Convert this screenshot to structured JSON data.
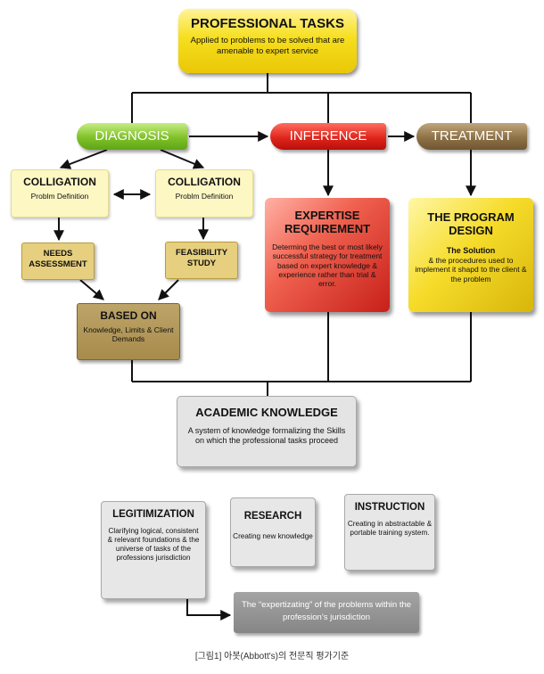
{
  "top": {
    "title": "PROFESSIONAL TASKS",
    "desc": "Applied to problems to be solved that are amenable to expert service",
    "color": "#f6df1e"
  },
  "stages": {
    "diagnosis": "DIAGNOSIS",
    "inference": "INFERENCE",
    "treatment": "TREATMENT",
    "colors": {
      "diagnosis": "#7fc128",
      "inference": "#e0261c",
      "treatment": "#8e7146"
    }
  },
  "colligation": [
    {
      "title": "COLLIGATION",
      "desc": "Problm Definition"
    },
    {
      "title": "COLLIGATION",
      "desc": "Problm Definition"
    }
  ],
  "needs": "NEEDS ASSESSMENT",
  "feasibility": "FEASIBILITY STUDY",
  "based_on": {
    "title": "BASED ON",
    "desc": "Knowledge, Limits & Client Demands"
  },
  "expertise": {
    "title": "EXPERTISE REQUIREMENT",
    "desc": "Determing the best or most likely successful strategy for treatment based on expert knowledge & experience rather than trial & error."
  },
  "program": {
    "title": "THE PROGRAM DESIGN",
    "sub": "The Solution",
    "desc": "& the procedures used to implement it shapd to the client & the problem"
  },
  "academic": {
    "title": "ACADEMIC KNOWLEDGE",
    "desc": "A system of knowledge formalizing the Skills on which the professional tasks proceed"
  },
  "legitimization": {
    "title": "LEGITIMIZATION",
    "desc": "Clarifying logical, consistent & relevant foundations & the universe of tasks of the professions jurisdiction"
  },
  "research": {
    "title": "RESEARCH",
    "desc": "Creating new knowledge"
  },
  "instruction": {
    "title": "INSTRUCTION",
    "desc": "Creating in abstractable & portable training system."
  },
  "result": "The “expertizating” of the problems within the profession’s jurisdiction",
  "caption": "[그림1] 아봇(Abbott's)의 전문직 평가기준"
}
